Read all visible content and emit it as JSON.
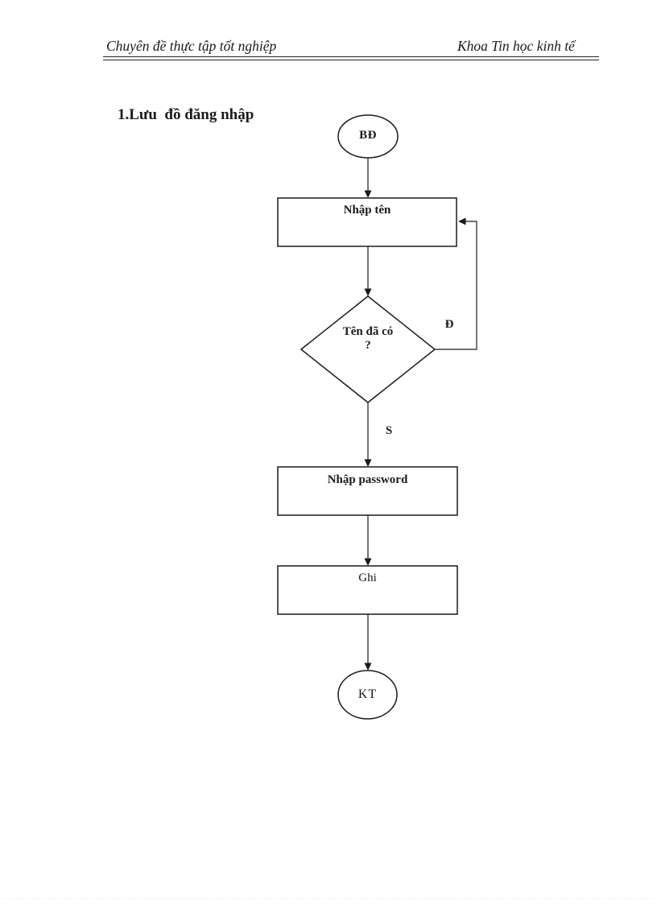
{
  "header": {
    "left": "Chuyên đề thực tập tốt nghiệp",
    "right": "Khoa Tin học kinh tế"
  },
  "title": "1.Lưu  đồ đăng nhập",
  "flowchart": {
    "start_label": "BĐ",
    "input_name_label": "Nhập tên",
    "decision_line1": "Tên đã có",
    "decision_line2": "?",
    "branch_yes_label": "Đ",
    "branch_no_label": "S",
    "input_password_label": "Nhập password",
    "write_label": "Ghi",
    "end_label": "KT"
  },
  "colors": {
    "ink": "#1a1a1a",
    "background": "#ffffff"
  }
}
